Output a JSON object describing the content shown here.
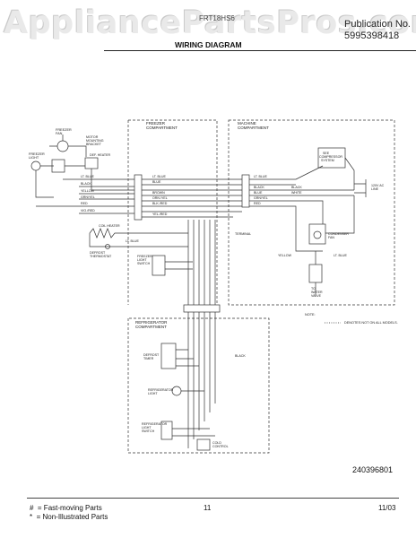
{
  "watermark": "AppliancePartsPros.com",
  "header": {
    "model_fragment": "FRT18HS6",
    "publication_label": "Publication No.",
    "publication_number": "5995398418",
    "title": "WIRING DIAGRAM"
  },
  "sections": {
    "freezer": [
      "FREEZER",
      "COMPARTMENT"
    ],
    "machine": [
      "MACHINE",
      "COMPARTMENT"
    ],
    "refrigerator": [
      "REFRIGERATOR",
      "COMPARTMENT"
    ]
  },
  "components": {
    "freezer_fan": [
      "FREEZER",
      "FAN"
    ],
    "motor_ground": [
      "MOTOR",
      "MOUNTING",
      "BRACKET"
    ],
    "freezer_light": [
      "FREEZER",
      "LIGHT"
    ],
    "defrost_heater": "DEF. HEATER",
    "coil_heater": "COIL HEATER",
    "defrost_thermostat": [
      "DEFROST",
      "THERMOSTAT"
    ],
    "freezer_light_switch": [
      "FREEZER",
      "LIGHT",
      "SWITCH"
    ],
    "terminal": "TERMINAL",
    "compressor_system": [
      "SEE",
      "COMPRESSOR",
      "SYSTEM"
    ],
    "condenser_fan": [
      "CONDENSER",
      "FAN"
    ],
    "line_cord": [
      "120V AC",
      "LINE"
    ],
    "ice_water_valve": [
      "TO",
      "WATER",
      "VALVE"
    ],
    "defrost_timer": [
      "DEFROST",
      "TIMER"
    ],
    "refrigerator_light": [
      "REFRIGERATOR",
      "LIGHT"
    ],
    "refrigerator_light_switch": [
      "REFRIGERATOR",
      "LIGHT",
      "SWITCH"
    ],
    "cold_control": [
      "COLD",
      "CONTROL"
    ]
  },
  "wire_colors": [
    "LT. BLUE",
    "BLACK",
    "YELLOW",
    "GRN/YEL",
    "RED",
    "VIO./RED",
    "BLUE",
    "BROWN",
    "ORN./YEL",
    "BLK./RED",
    "YEL./RED",
    "WHITE"
  ],
  "note": {
    "label": "NOTE:",
    "text": "DENOTES NOT ON ALL MODELS."
  },
  "doc_number": "240396801",
  "footer": {
    "legend": [
      {
        "symbol": "#",
        "text": "= Fast-moving Parts"
      },
      {
        "symbol": "*",
        "text": "= Non-Illustrated Parts"
      }
    ],
    "page_number": "11",
    "date": "11/03"
  }
}
